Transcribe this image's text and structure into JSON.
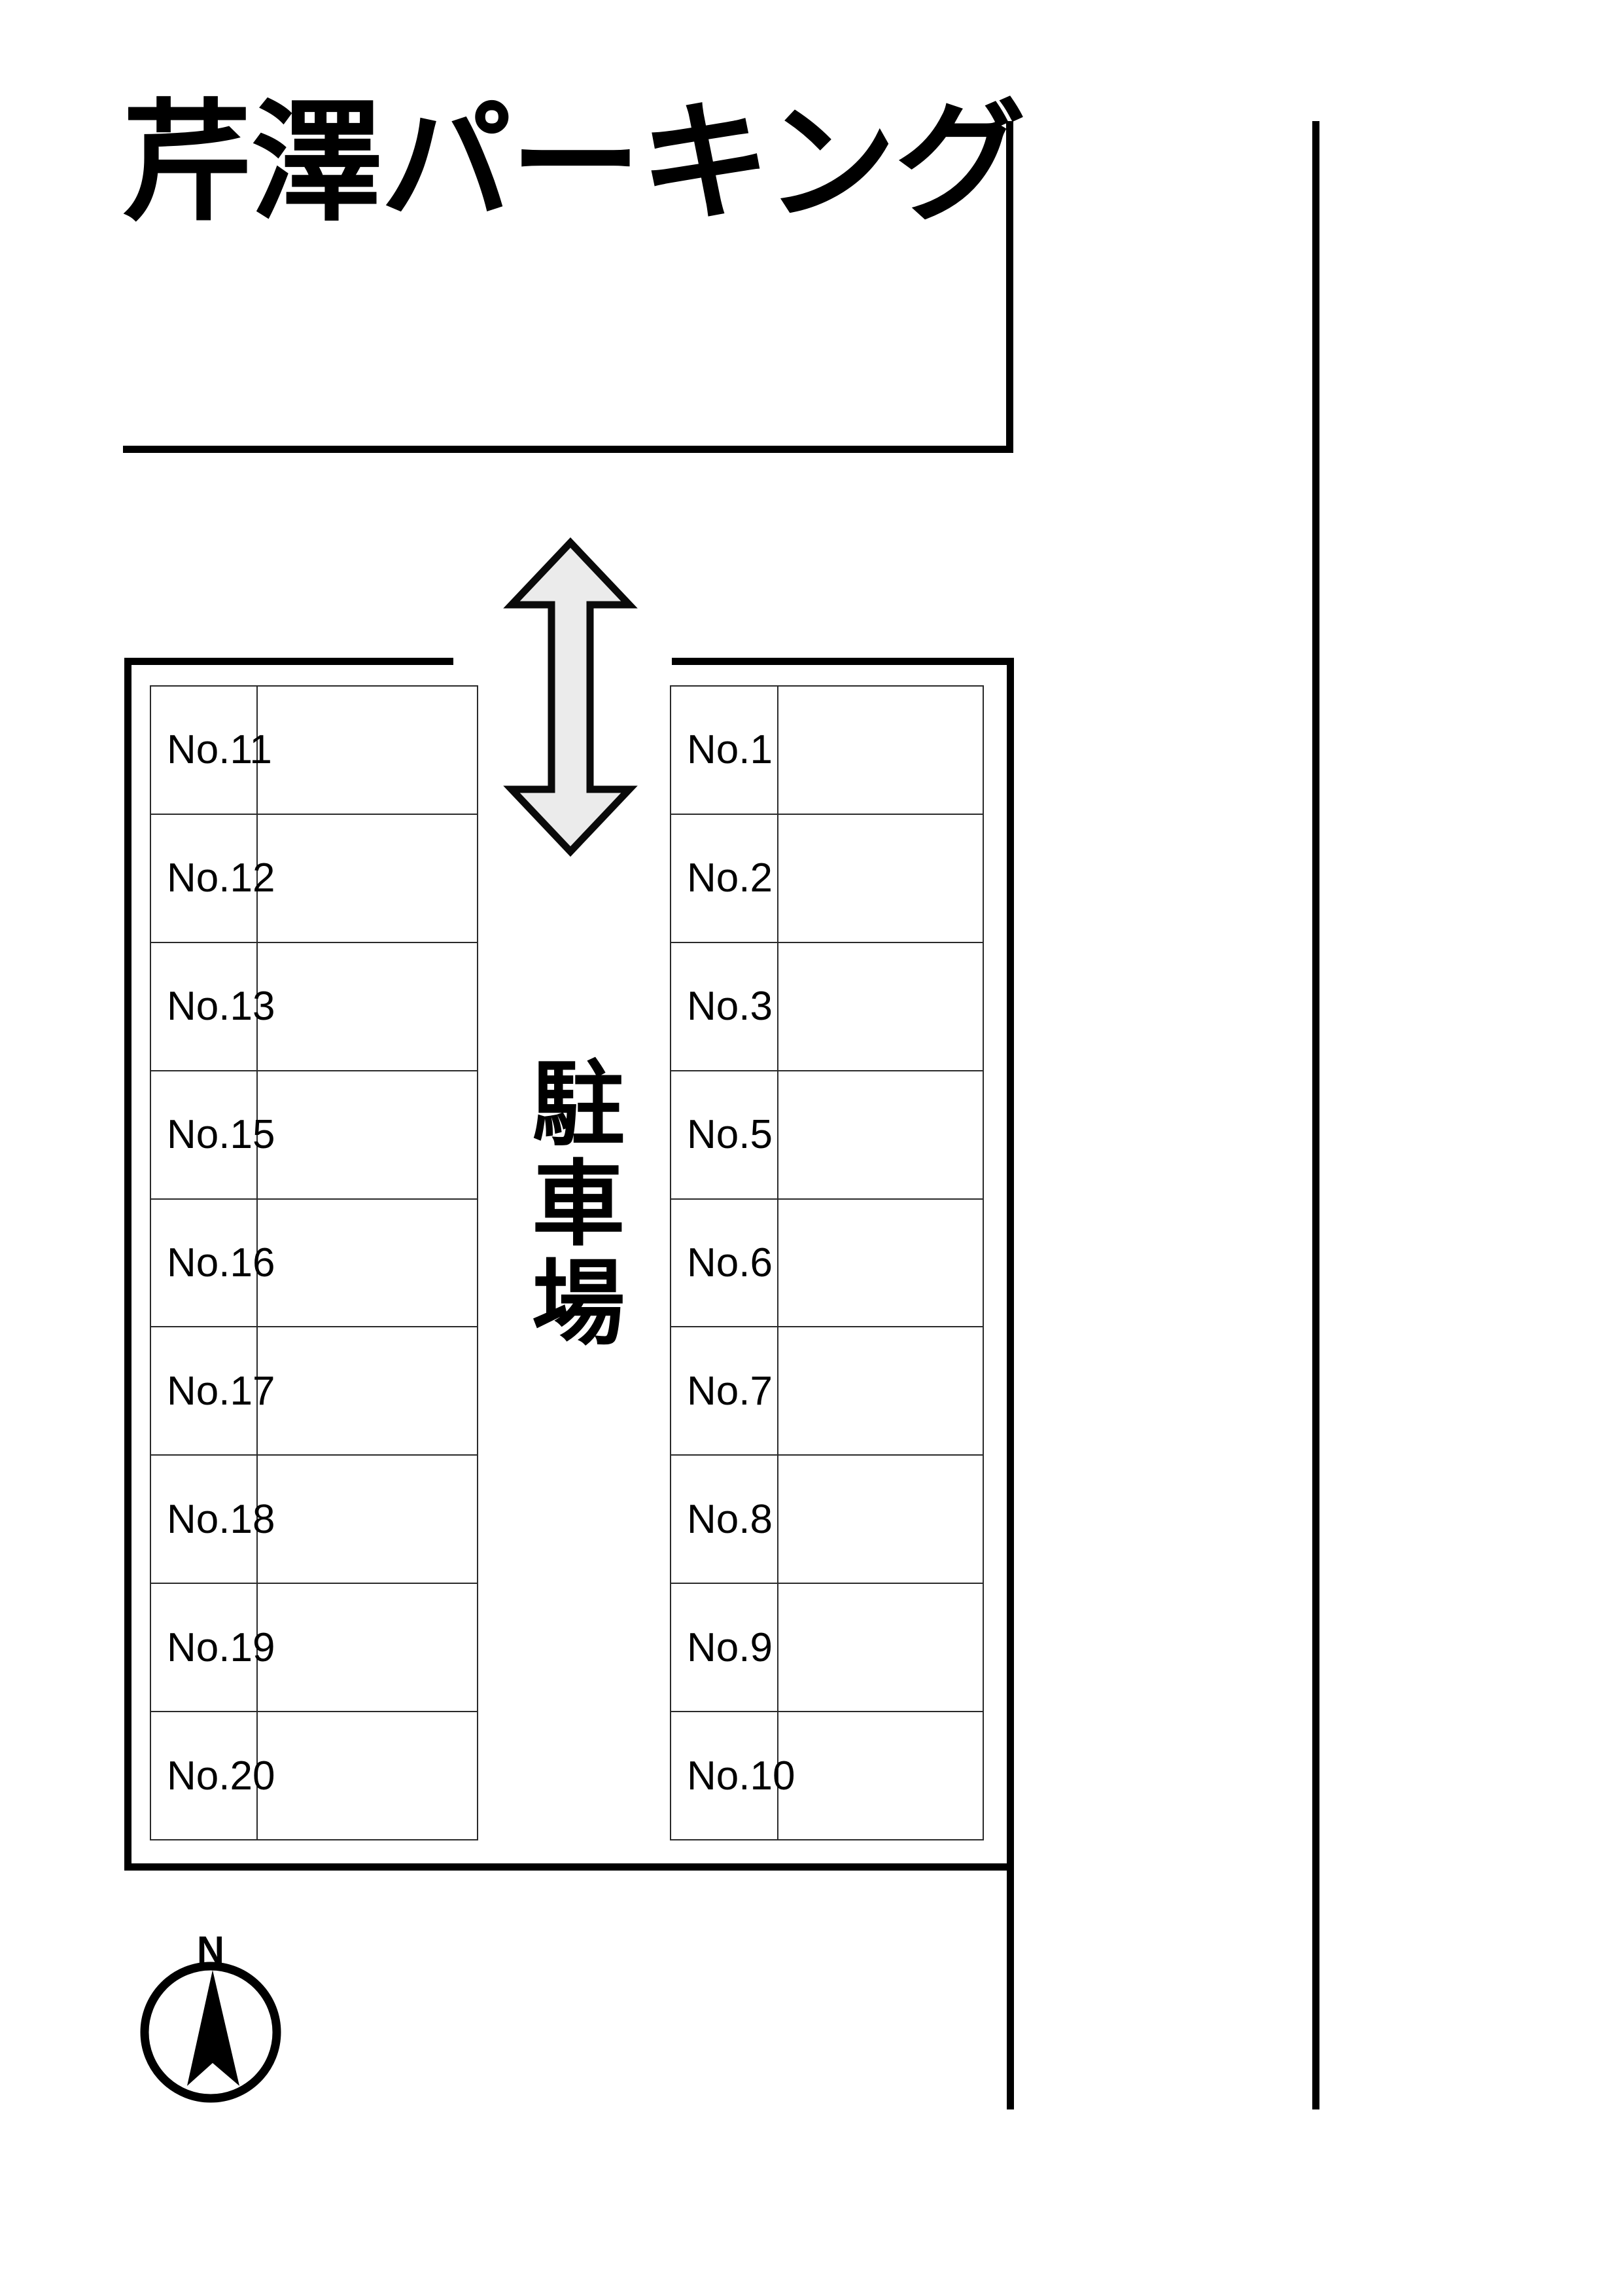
{
  "page": {
    "title": "芹澤パーキング"
  },
  "parking_area": {
    "label": "駐車場"
  },
  "compass": {
    "north_label": "N"
  },
  "colors": {
    "line": "#000000",
    "arrow_fill": "#ebebeb",
    "table_line": "#2a2a2a"
  },
  "left_column": {
    "spots": [
      "No.11",
      "No.12",
      "No.13",
      "No.15",
      "No.16",
      "No.17",
      "No.18",
      "No.19",
      "No.20"
    ]
  },
  "right_column": {
    "spots": [
      "No.1",
      "No.2",
      "No.3",
      "No.5",
      "No.6",
      "No.7",
      "No.8",
      "No.9",
      "No.10"
    ]
  }
}
